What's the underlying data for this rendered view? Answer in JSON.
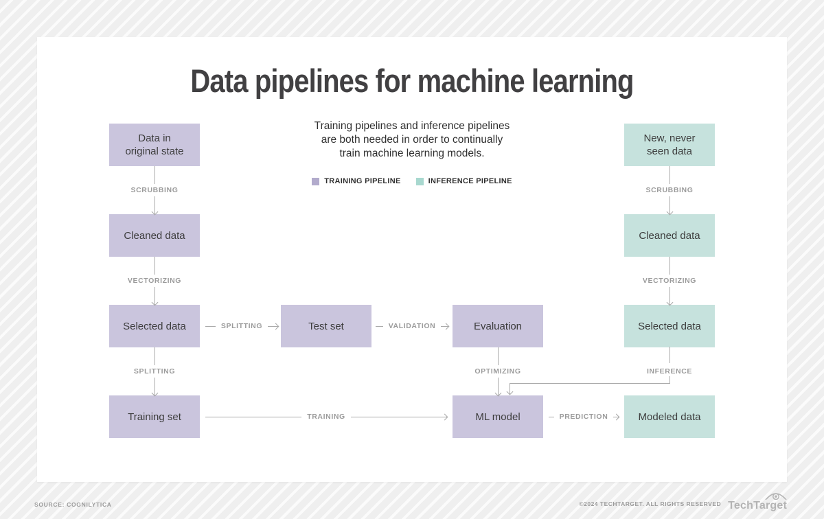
{
  "title": "Data pipelines for machine learning",
  "intro": "Training pipelines and inference pipelines\nare both needed in order to continually\ntrain machine learning models.",
  "legend": {
    "training_label": "TRAINING PIPELINE",
    "inference_label": "INFERENCE PIPELINE"
  },
  "nodes": {
    "original_data": "Data in\noriginal state",
    "cleaned_data_train": "Cleaned data",
    "selected_data_train": "Selected data",
    "training_set": "Training set",
    "test_set": "Test set",
    "evaluation": "Evaluation",
    "ml_model": "ML model",
    "new_data": "New, never\nseen data",
    "cleaned_data_inference": "Cleaned data",
    "selected_data_inference": "Selected data",
    "modeled_data": "Modeled data"
  },
  "edges": {
    "scrubbing_train": "SCRUBBING",
    "vectorizing_train": "VECTORIZING",
    "splitting_down": "SPLITTING",
    "splitting_right": "SPLITTING",
    "validation": "VALIDATION",
    "optimizing": "OPTIMIZING",
    "training": "TRAINING",
    "prediction": "PREDICTION",
    "scrubbing_inference": "SCRUBBING",
    "vectorizing_inference": "VECTORIZING",
    "inference": "INFERENCE"
  },
  "footer": {
    "source": "SOURCE: COGNILYTICA",
    "copyright": "©2024 TECHTARGET. ALL RIGHTS RESERVED",
    "logo_text": "TechTarget"
  },
  "colors": {
    "bg-base": "#efefef",
    "bg-stripe": "#fbfbfb",
    "card": "#ffffff",
    "title-text": "#414042",
    "box-purple": "#cac5dd",
    "box-teal": "#c6e2dd",
    "box-text": "#3c3c3c",
    "legend-purple": "#b2abcc",
    "legend-teal": "#a8d8cf",
    "line": "#a9a9a9",
    "edge-label": "#9b9b9b",
    "footer-text": "#9c9c9c",
    "logo-gray": "#b4b4b4"
  }
}
